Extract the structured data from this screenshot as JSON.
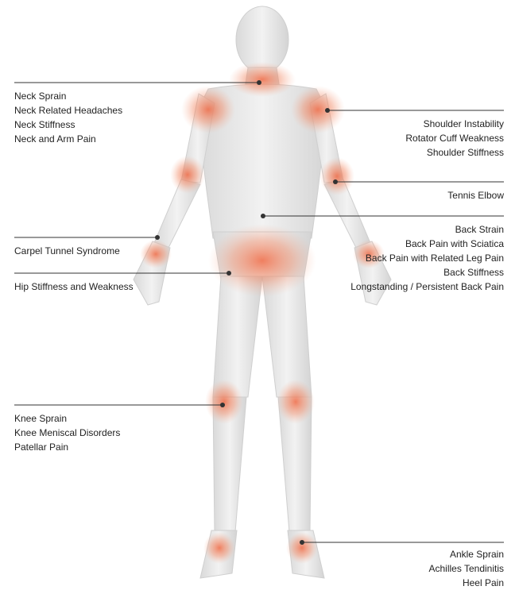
{
  "colors": {
    "pain": "#ef6a45",
    "leader_line": "#333333",
    "dot": "#333333",
    "body_fill": "#e9e9e9",
    "text": "#222222"
  },
  "groups": {
    "neck": [
      "Neck Sprain",
      "Neck Related Headaches",
      "Neck Stiffness",
      "Neck and Arm Pain"
    ],
    "shoulder": [
      "Shoulder Instability",
      "Rotator Cuff Weakness",
      "Shoulder Stiffness"
    ],
    "elbow": [
      "Tennis Elbow"
    ],
    "back": [
      "Back Strain",
      "Back Pain with Sciatica",
      "Back Pain with Related Leg Pain",
      "Back Stiffness",
      "Longstanding / Persistent Back Pain"
    ],
    "wrist": [
      "Carpel Tunnel Syndrome"
    ],
    "hip": [
      "Hip Stiffness and Weakness"
    ],
    "knee": [
      "Knee Sprain",
      "Knee Meniscal Disorders",
      "Patellar Pain"
    ],
    "ankle": [
      "Ankle Sprain",
      "Achilles Tendinitis",
      "Heel Pain"
    ]
  }
}
